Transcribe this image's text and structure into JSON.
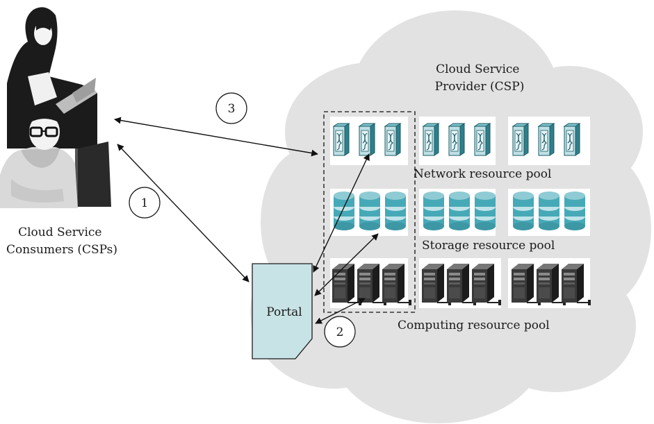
{
  "provider_label": [
    "Cloud Service",
    "Provider (CSP)"
  ],
  "consumer_label": [
    "Cloud Service",
    "Consumers (CSPs)"
  ],
  "portal_label": "Portal",
  "step_numbers": [
    "1",
    "2",
    "3"
  ],
  "pools": {
    "network": "Network resource pool",
    "storage": "Storage resource pool",
    "computing": "Computing resource pool"
  },
  "colors": {
    "cloud": "#e2e2e2",
    "portal_fill": "#c8e3e6",
    "storage_disk": "#46a9b7",
    "network_device": "#3f9fad",
    "server": "#3a3a3a",
    "line": "#111111"
  },
  "icons": {
    "consumers": "people-at-computers-icon",
    "network": "network-switch-icon",
    "storage": "database-cylinder-icon",
    "computing": "server-tower-icon"
  }
}
